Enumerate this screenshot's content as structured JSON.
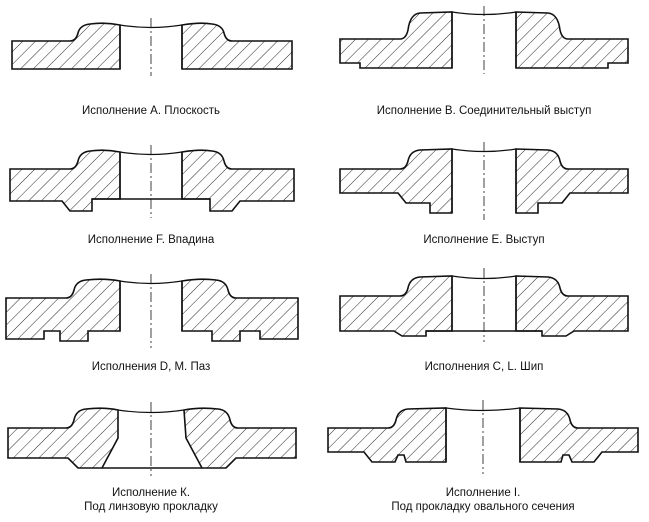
{
  "variants": [
    {
      "id": "A",
      "caption": "Исполнение А. Плоскость"
    },
    {
      "id": "B",
      "caption": "Исполнение В. Соединительный выступ"
    },
    {
      "id": "F",
      "caption": "Исполнение F. Впадина"
    },
    {
      "id": "E",
      "caption": "Исполнение Е. Выступ"
    },
    {
      "id": "DM",
      "caption": "Исполнения D, М. Паз"
    },
    {
      "id": "CL",
      "caption": "Исполнения С, L. Шип"
    },
    {
      "id": "K",
      "caption": "Исполнение К.",
      "caption2": "Под линзовую прокладку"
    },
    {
      "id": "I",
      "caption": "Исполнение I.",
      "caption2": "Под прокладку овального сечения"
    }
  ],
  "colors": {
    "stroke": "#111111",
    "hatch": "#111111",
    "background": "#ffffff"
  }
}
